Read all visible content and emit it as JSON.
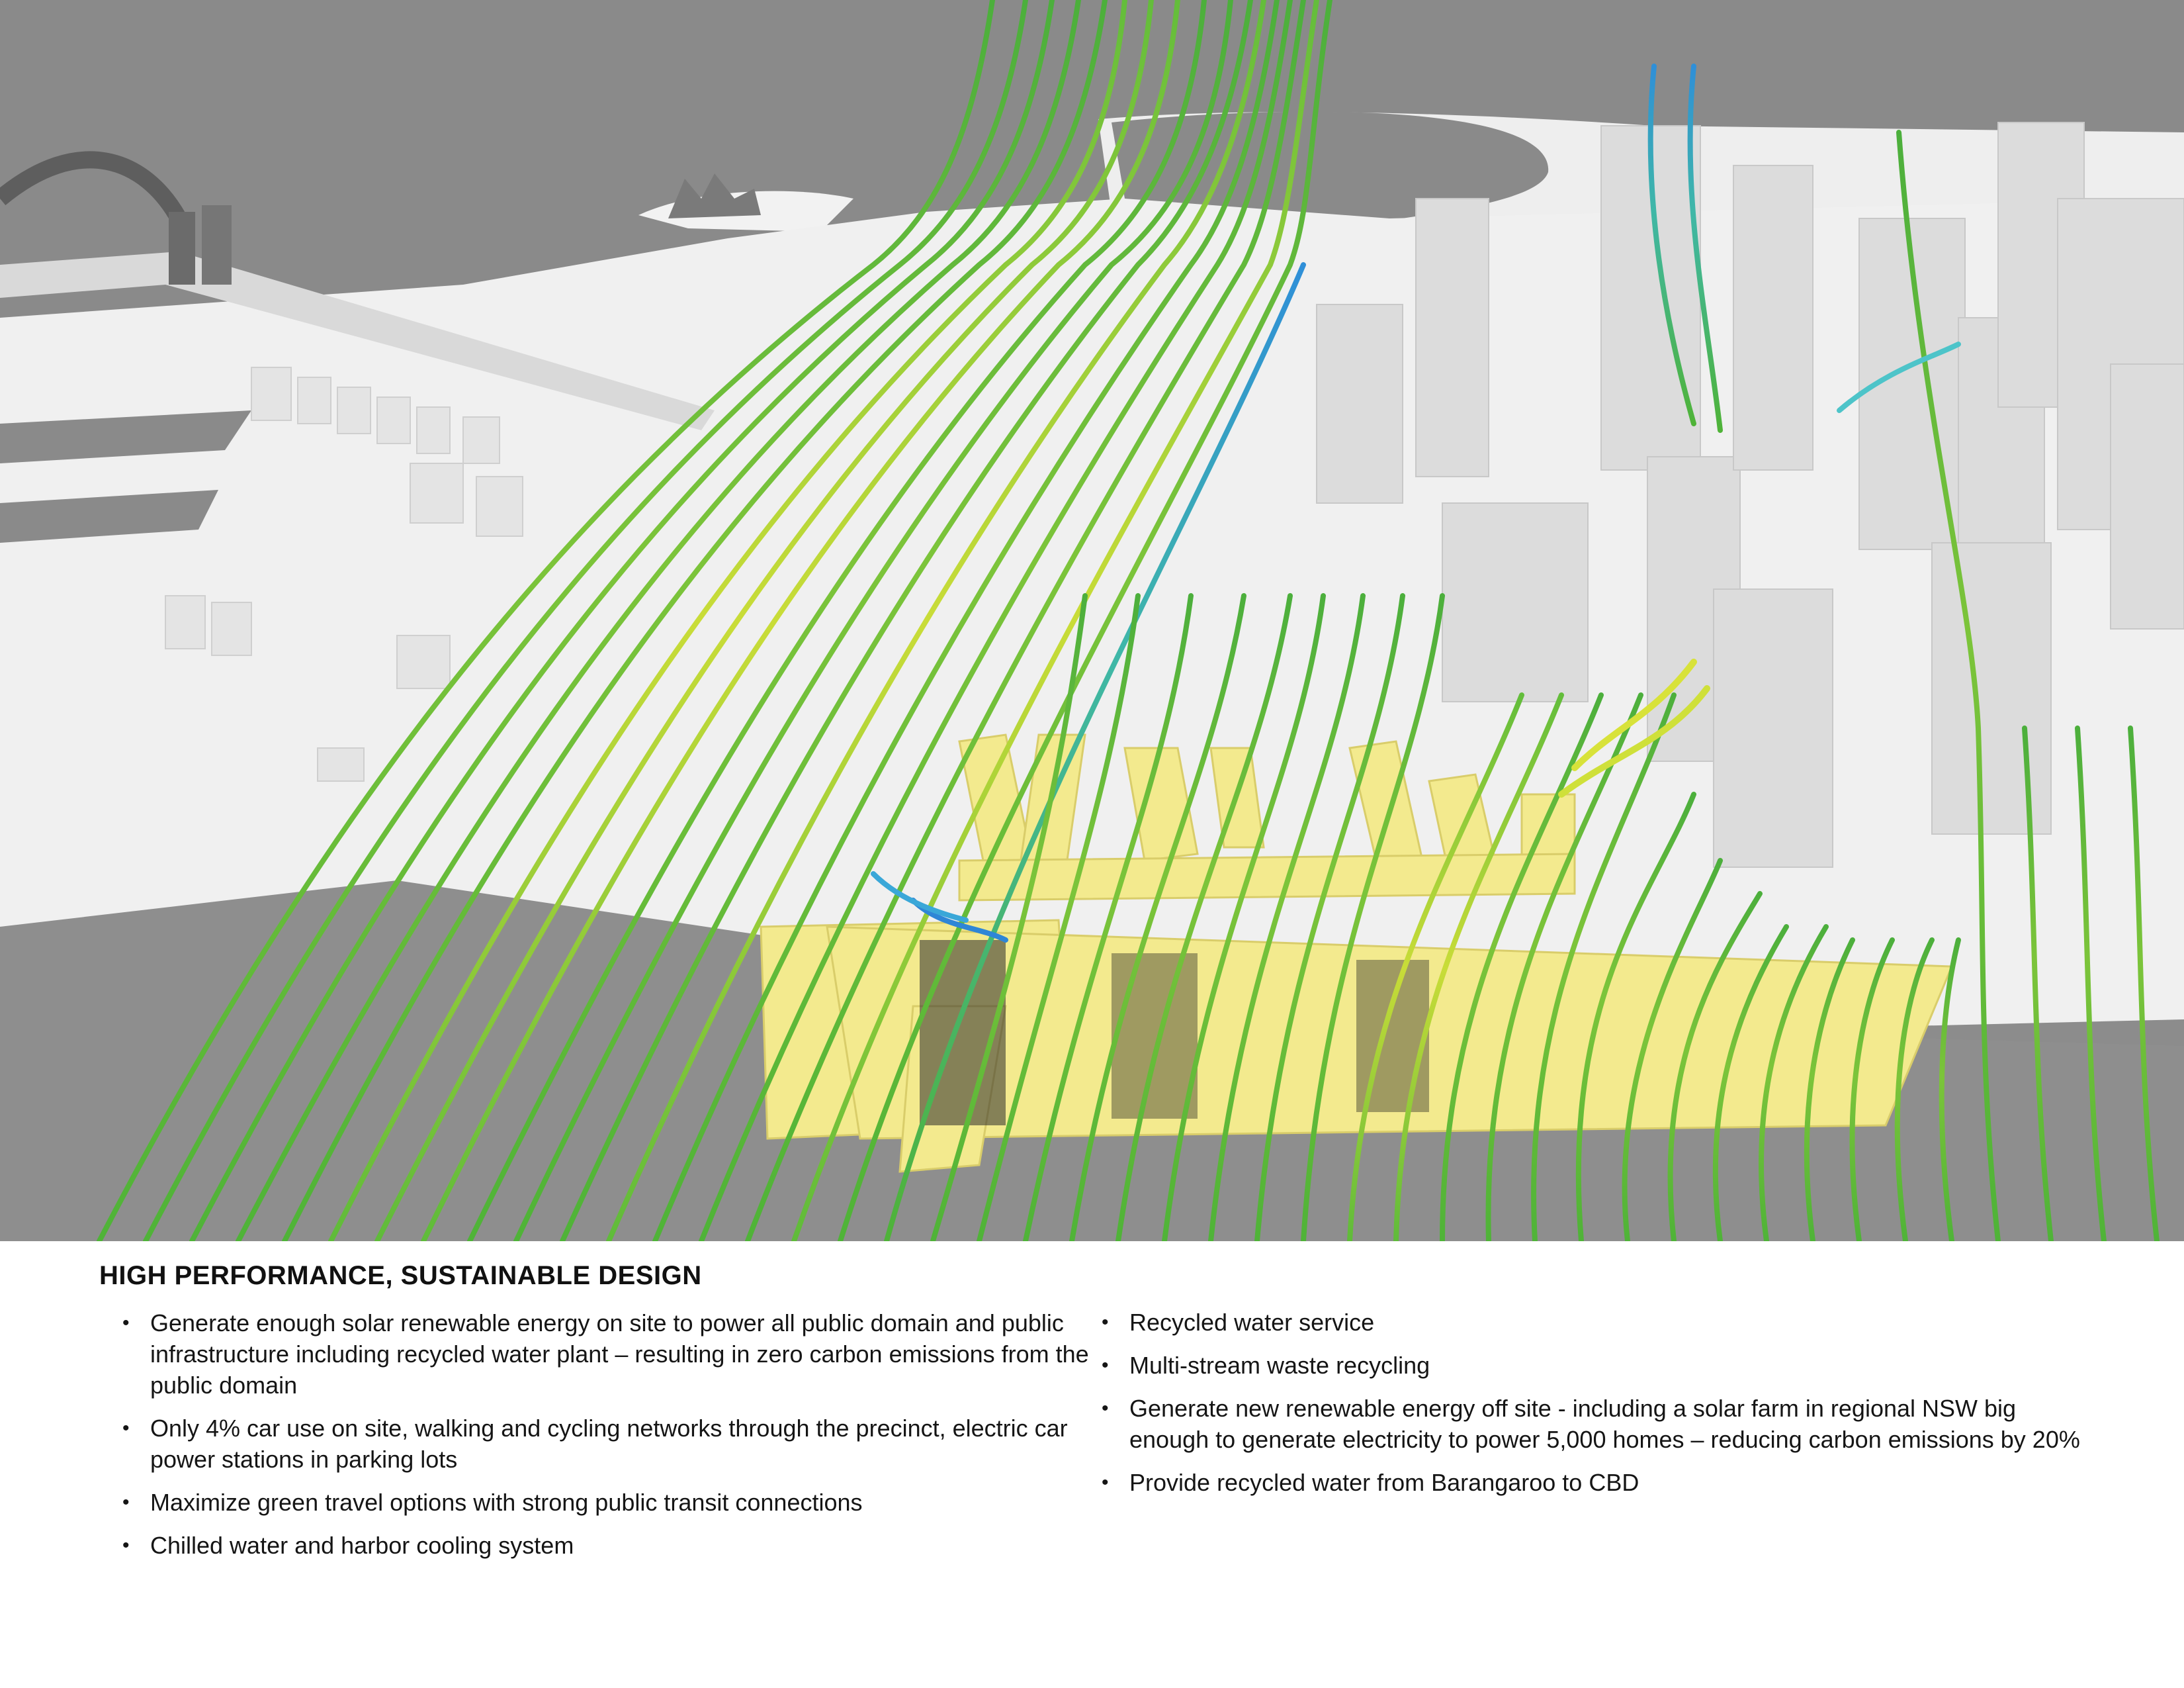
{
  "illustration": {
    "description": "Aerial 3D massing render of harbour precinct with wind-flow streamlines",
    "colors": {
      "water": "#8a8a8a",
      "land": "#efefef",
      "buildings": "#e2e2e2",
      "proposed_buildings": "#f3ea8e",
      "streamline_primary": "#5cbf3a",
      "streamline_high": "#d6e23a",
      "streamline_low": "#38a9d6"
    },
    "labels": []
  },
  "caption": {
    "title": "HIGH PERFORMANCE, SUSTAINABLE DESIGN",
    "left_items": [
      "Generate enough solar renewable energy on site to power all public domain and public infrastructure including recycled water plant – resulting in zero carbon emissions from the public domain",
      "Only 4% car use on site, walking and cycling networks through the precinct, electric car power stations in parking lots",
      "Maximize green travel options with strong public transit connections",
      "Chilled water and harbor cooling system"
    ],
    "right_items": [
      "Recycled water service",
      "Multi-stream waste recycling",
      "Generate new renewable energy off site - including a solar farm in regional NSW big enough to generate electricity to power 5,000 homes – reducing carbon emissions by 20%",
      "Provide recycled water from Barangaroo to CBD"
    ]
  }
}
